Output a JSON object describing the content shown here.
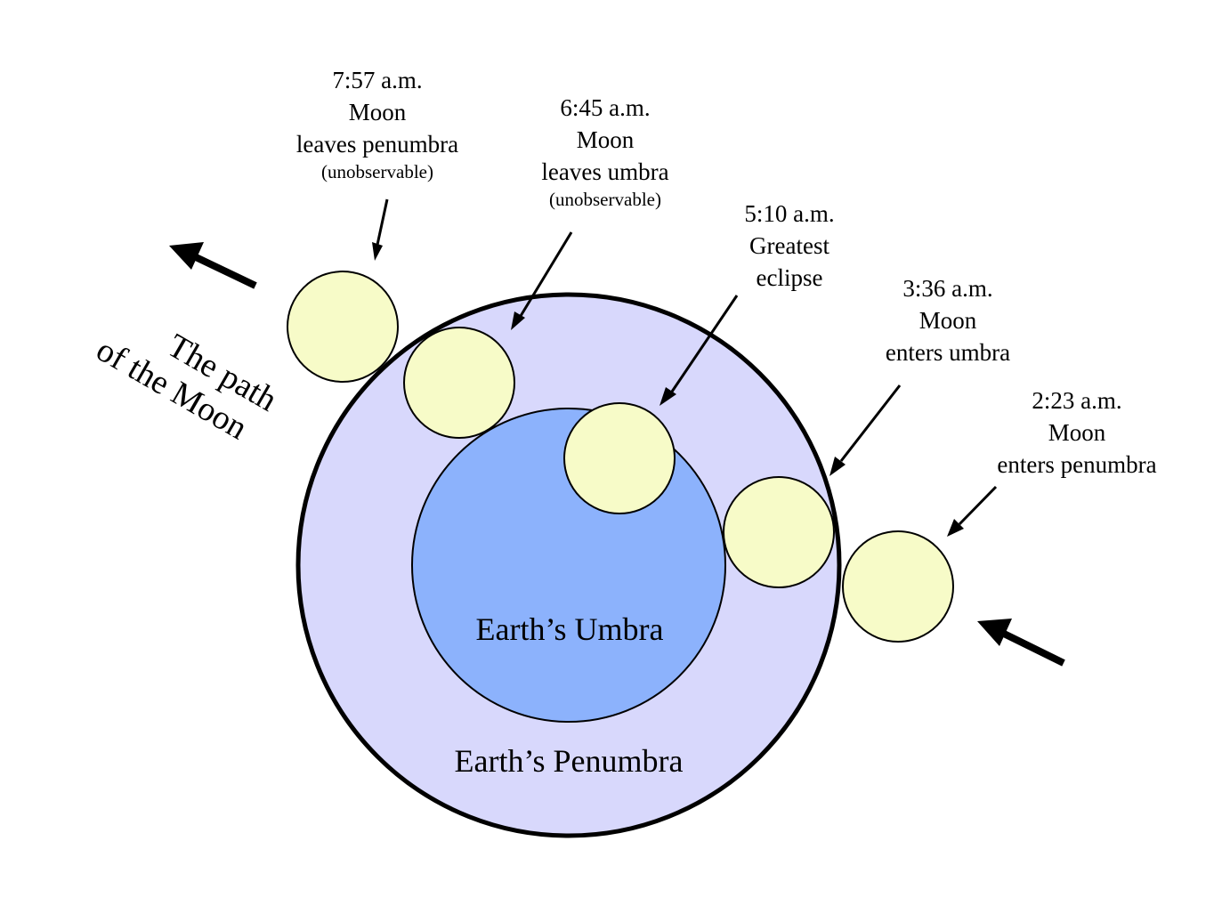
{
  "colors": {
    "penumbra": "#d8d8fc",
    "umbra": "#8cb2fc",
    "moon": "#f7fbc8",
    "outline": "#000000"
  },
  "regions": {
    "umbra_label": "Earth’s Umbra",
    "penumbra_label": "Earth’s Penumbra"
  },
  "path_label": {
    "line1": "The path",
    "line2": "of the Moon"
  },
  "events": [
    {
      "time": "7:57 a.m.",
      "line2": "Moon",
      "line3": "leaves penumbra",
      "note": "(unobservable)"
    },
    {
      "time": "6:45 a.m.",
      "line2": "Moon",
      "line3": "leaves umbra",
      "note": "(unobservable)"
    },
    {
      "time": "5:10 a.m.",
      "line2": "Greatest",
      "line3": "eclipse",
      "note": ""
    },
    {
      "time": "3:36 a.m.",
      "line2": "Moon",
      "line3": "enters umbra",
      "note": ""
    },
    {
      "time": "2:23 a.m.",
      "line2": "Moon",
      "line3": "enters penumbra",
      "note": ""
    }
  ],
  "icons": {
    "direction_arrows": "arrow-icon"
  }
}
